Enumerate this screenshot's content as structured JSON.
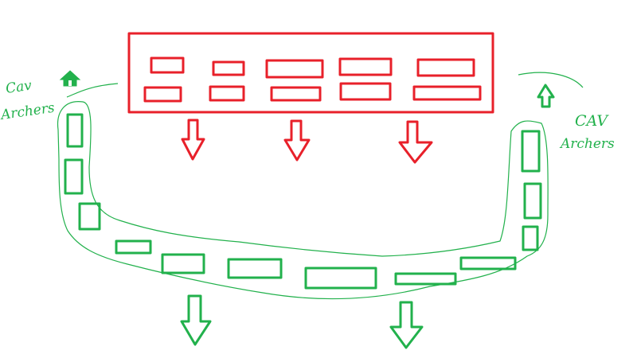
{
  "colors": {
    "enemy": "#e8202a",
    "friendly": "#22b14c",
    "background": "#ffffff"
  },
  "labels": {
    "left_line1": "Cav",
    "left_line2": "Archers",
    "right_line1": "CAV",
    "right_line2": "Archers"
  },
  "icons": {
    "left": "house-icon",
    "right": "up-arrow-icon",
    "advance": "down-arrow-icon"
  }
}
